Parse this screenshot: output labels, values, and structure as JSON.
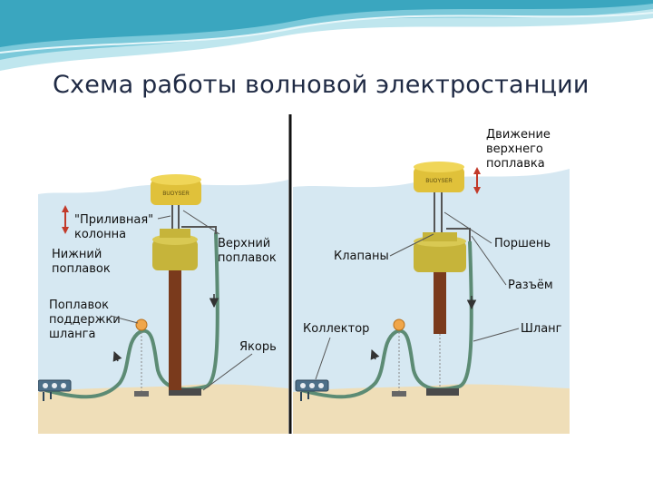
{
  "title": "Схема работы волновой электростанции",
  "left_panel": {
    "tidal_column": [
      "\"Приливная\"",
      "колонна"
    ],
    "lower_float": [
      "Нижний",
      "поплавок"
    ],
    "upper_float": [
      "Верхний",
      "поплавок"
    ],
    "hose_support_float": [
      "Поплавок",
      "поддержки",
      "шланга"
    ],
    "anchor": "Якорь",
    "buoy_brand": "BUOYSER"
  },
  "right_panel": {
    "upper_float_motion": [
      "Движение",
      "верхнего",
      "поплавка"
    ],
    "valves": "Клапаны",
    "piston": "Поршень",
    "connector": "Разъём",
    "collector": "Коллектор",
    "hose": "Шланг",
    "buoy_brand": "BUOYSER"
  },
  "colors": {
    "water": "#d6e8f2",
    "sand": "#efdeb8",
    "buoy": "#c6b43a",
    "column": "#7a3a1c",
    "hose": "#5c8b74",
    "wave_header": "#3aa6bf"
  }
}
